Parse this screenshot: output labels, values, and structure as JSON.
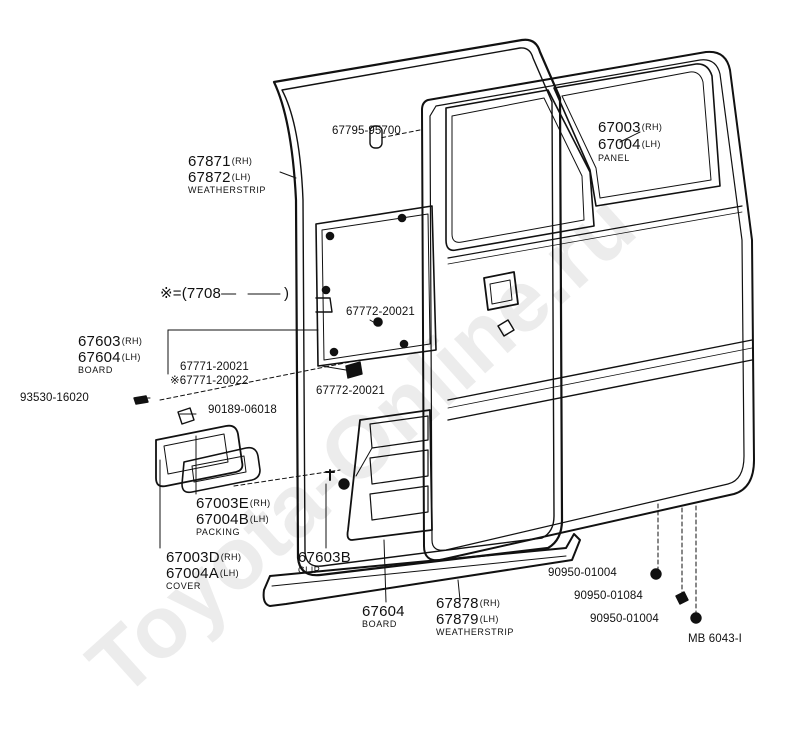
{
  "watermark": "Toyota-Online.ru",
  "diagram_code": "MB 6043-I",
  "parts": {
    "filler_cap": {
      "number": "67795-95700"
    },
    "panel": {
      "rh": "67003",
      "lh": "67004",
      "rh_tag": "(RH)",
      "lh_tag": "(LH)",
      "name": "PANEL"
    },
    "weatherstrip_upper": {
      "rh": "67871",
      "lh": "67872",
      "rh_tag": "(RH)",
      "lh_tag": "(LH)",
      "name": "WEATHERSTRIP"
    },
    "ref_note": {
      "text": "※=(7708—",
      "close": ")"
    },
    "board_upper": {
      "rh": "67603",
      "lh": "67604",
      "rh_tag": "(RH)",
      "lh_tag": "(LH)",
      "name": "BOARD"
    },
    "clip_upper": {
      "number": "67772-20021"
    },
    "fastener_a": {
      "number": "67771-20021"
    },
    "fastener_b": {
      "number": "※67771-20022"
    },
    "clip_lower": {
      "number": "67772-20021"
    },
    "screw_a": {
      "number": "93530-16020"
    },
    "screw_b": {
      "number": "90189-06018"
    },
    "packing": {
      "rh": "67003E",
      "lh": "67004B",
      "rh_tag": "(RH)",
      "lh_tag": "(LH)",
      "name": "PACKING"
    },
    "cover": {
      "rh": "67003D",
      "lh": "67004A",
      "rh_tag": "(RH)",
      "lh_tag": "(LH)",
      "name": "COVER"
    },
    "clip": {
      "number": "67603B",
      "name": "CLIP"
    },
    "board_lower": {
      "number": "67604",
      "name": "BOARD"
    },
    "weatherstrip_lower": {
      "rh": "67878",
      "lh": "67879",
      "rh_tag": "(RH)",
      "lh_tag": "(LH)",
      "name": "WEATHERSTRIP"
    },
    "plug_a": {
      "number": "90950-01004"
    },
    "plug_b": {
      "number": "90950-01084"
    },
    "plug_c": {
      "number": "90950-01004"
    }
  }
}
